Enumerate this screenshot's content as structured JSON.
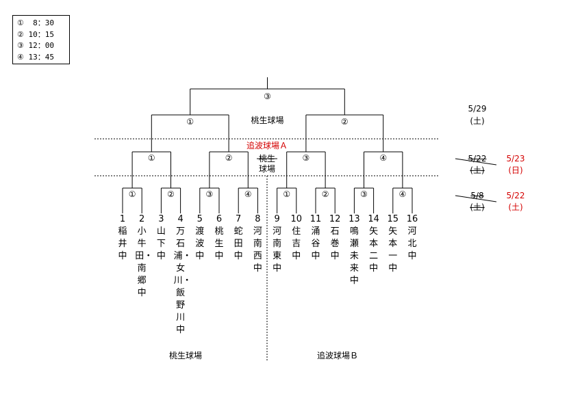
{
  "legend": [
    {
      "mark": "①",
      "time": "8：30"
    },
    {
      "mark": "②",
      "time": "10：15"
    },
    {
      "mark": "③",
      "time": "12：00"
    },
    {
      "mark": "④",
      "time": "13：45"
    }
  ],
  "final": {
    "mark": "③",
    "venue": "桃生球場",
    "date": "5/29",
    "day": "(土)"
  },
  "semis": [
    {
      "mark": "①"
    },
    {
      "mark": "②"
    }
  ],
  "quarter": {
    "marks": [
      "①",
      "②",
      "③",
      "④"
    ],
    "venue_changed": "追波球場Ａ",
    "venue_original": "桃生球場",
    "date_old": "5/22",
    "day_old": "(土)",
    "date_new": "5/23",
    "day_new": "(日)"
  },
  "first_round": {
    "marks": [
      "①",
      "②",
      "③",
      "④",
      "①",
      "②",
      "③",
      "④"
    ],
    "date_old": "5/8",
    "day_old": "(土)",
    "date_new": "5/22",
    "day_new": "(土)"
  },
  "teams": [
    {
      "no": "1",
      "name": "稲井中"
    },
    {
      "no": "2",
      "name": "小牛田・南郷中"
    },
    {
      "no": "3",
      "name": "山下中"
    },
    {
      "no": "4",
      "name": "万石浦・女川・飯野川中"
    },
    {
      "no": "5",
      "name": "渡波中"
    },
    {
      "no": "6",
      "name": "桃生中"
    },
    {
      "no": "7",
      "name": "蛇田中"
    },
    {
      "no": "8",
      "name": "河南西中"
    },
    {
      "no": "9",
      "name": "河南東中"
    },
    {
      "no": "10",
      "name": "住吉中"
    },
    {
      "no": "11",
      "name": "涌谷中"
    },
    {
      "no": "12",
      "name": "石巻中"
    },
    {
      "no": "13",
      "name": "鳴瀬未来中"
    },
    {
      "no": "14",
      "name": "矢本二中"
    },
    {
      "no": "15",
      "name": "矢本一中"
    },
    {
      "no": "16",
      "name": "河北中"
    }
  ],
  "venues": {
    "left": "桃生球場",
    "right": "追波球場Ｂ"
  },
  "colors": {
    "changed": "#d40000",
    "line": "#000000"
  }
}
